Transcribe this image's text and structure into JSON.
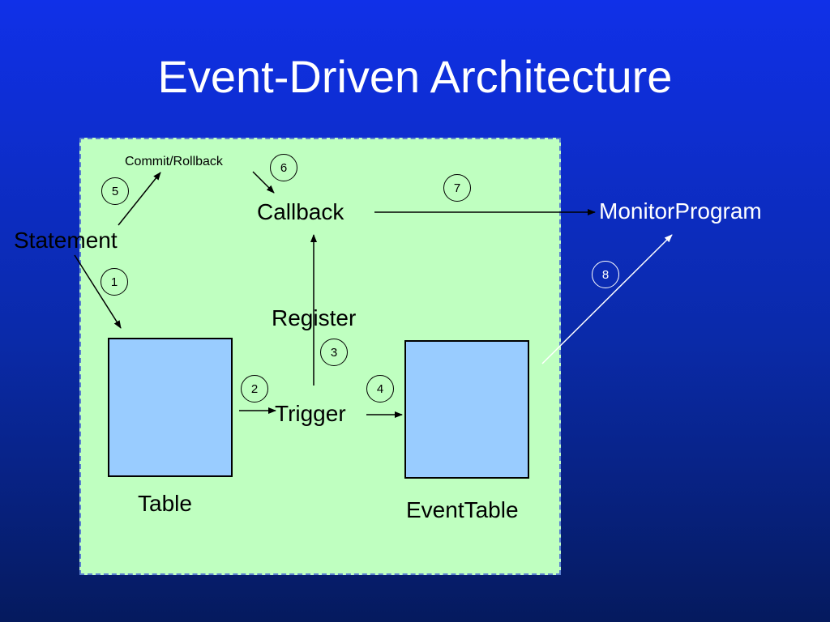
{
  "title": "Event-Driven Architecture",
  "nodes": {
    "statement": "Statement",
    "commit_rollback": "Commit/Rollback",
    "callback": "Callback",
    "monitor_program": "MonitorProgram",
    "register": "Register",
    "trigger": "Trigger",
    "table": "Table",
    "event_table": "EventTable"
  },
  "steps": [
    "1",
    "2",
    "3",
    "4",
    "5",
    "6",
    "7",
    "8"
  ],
  "colors": {
    "background_top": "#1030e8",
    "background_bottom": "#051a5e",
    "panel": "#bfffc0",
    "panel_border": "#5a7fd0",
    "box_fill": "#99ccff"
  }
}
